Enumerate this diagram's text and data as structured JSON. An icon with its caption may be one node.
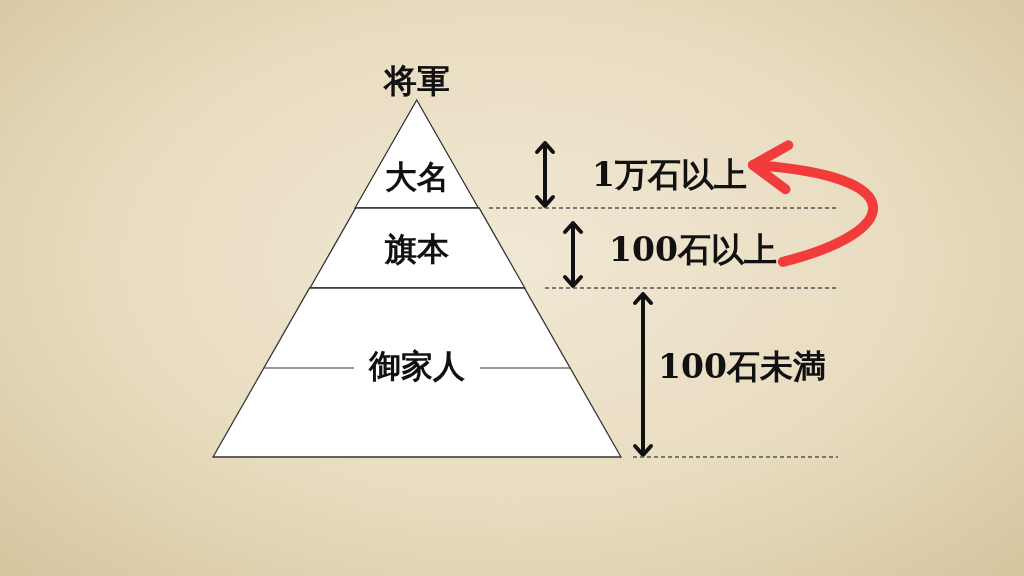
{
  "diagram": {
    "nodes": [
      {
        "text": [
          "大名"
        ]
      },
      {
        "text": [
          "旗本"
        ]
      },
      {
        "text": [
          "御家人"
        ]
      },
      {
        "text": [
          "1万石以上"
        ]
      },
      {
        "text": [
          "100石以上"
        ]
      }
    ],
    "edges": [
      {
        "from": 4,
        "to": 3,
        "arrow": "to",
        "color": "#f23b3b"
      }
    ],
    "labels": [
      "将軍",
      "100石未満"
    ]
  }
}
